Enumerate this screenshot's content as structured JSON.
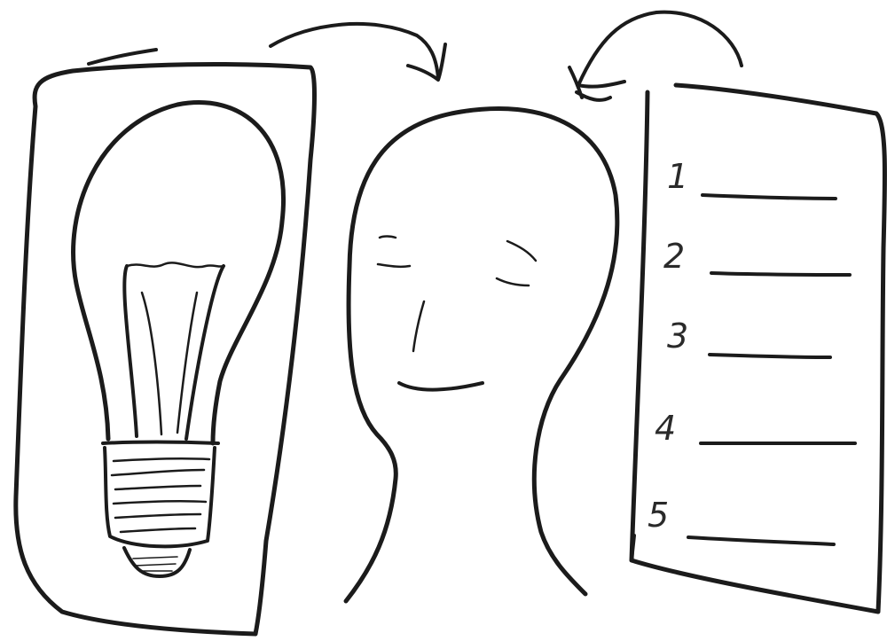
{
  "sketch": {
    "colors": {
      "ink": "#1b1b1b",
      "background": "#ffffff"
    },
    "panels": [
      {
        "name": "idea-card",
        "icon": "lightbulb-icon"
      },
      {
        "name": "head",
        "icon": "person-head-icon"
      },
      {
        "name": "list-card",
        "icon": "numbered-list-icon"
      }
    ],
    "list_numbers": [
      "1",
      "2",
      "3",
      "4",
      "5"
    ]
  }
}
